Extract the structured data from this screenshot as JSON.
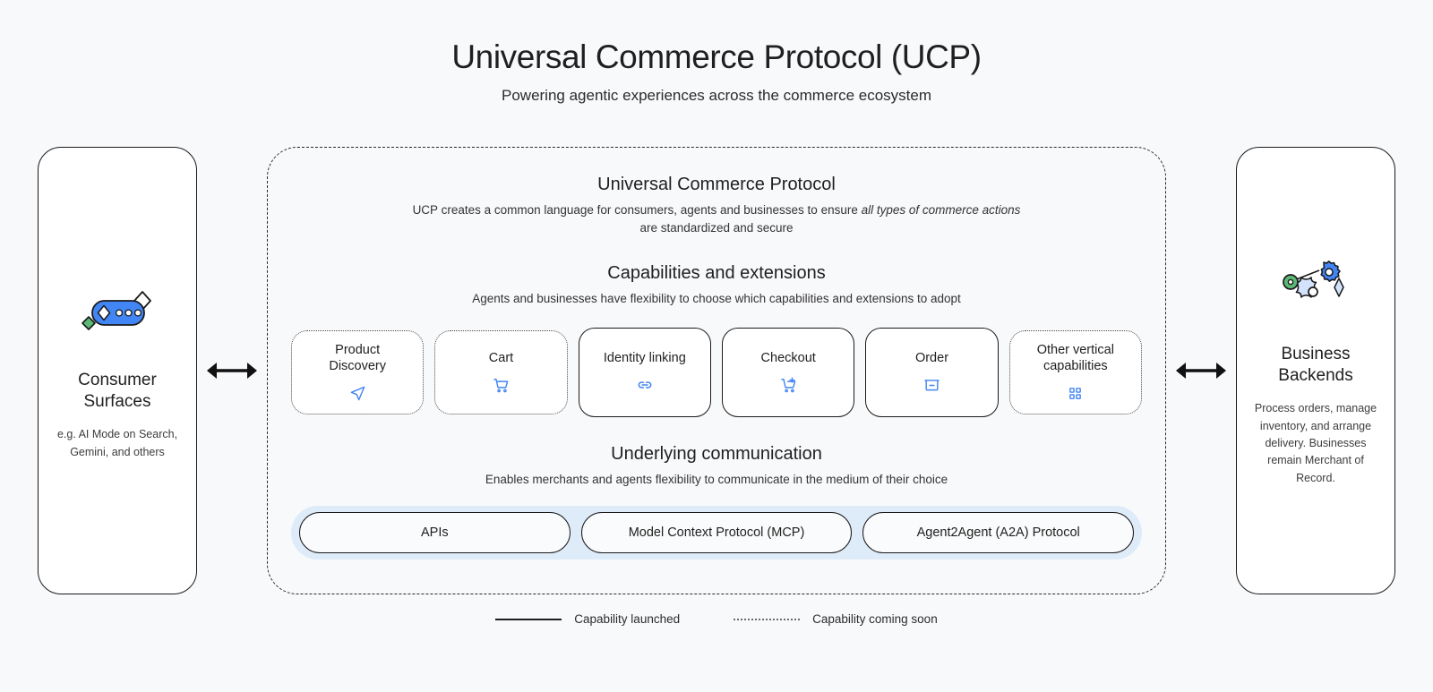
{
  "header": {
    "title": "Universal Commerce Protocol (UCP)",
    "subtitle": "Powering agentic experiences across the commerce ecosystem"
  },
  "left_panel": {
    "icon": "ai-sparkle-pill-icon",
    "title": "Consumer\nSurfaces",
    "description": "e.g. AI Mode on Search, Gemini, and others"
  },
  "right_panel": {
    "icon": "gears-automation-icon",
    "title": "Business\nBackends",
    "description": "Process orders, manage inventory, and arrange delivery. Businesses remain Merchant of Record."
  },
  "protocol": {
    "title": "Universal Commerce Protocol",
    "description_pre": "UCP creates a common language for consumers, agents and businesses to ensure ",
    "description_em": "all types of commerce actions",
    "description_post": " are standardized and secure"
  },
  "capabilities": {
    "title": "Capabilities and extensions",
    "description": "Agents and businesses have flexibility to choose which capabilities and extensions to adopt",
    "cards": [
      {
        "label": "Product\nDiscovery",
        "icon": "send-arrow-icon",
        "status": "soon"
      },
      {
        "label": "Cart",
        "icon": "shopping-cart-icon",
        "status": "soon"
      },
      {
        "label": "Identity linking",
        "icon": "link-icon",
        "status": "launched"
      },
      {
        "label": "Checkout",
        "icon": "add-to-cart-icon",
        "status": "launched"
      },
      {
        "label": "Order",
        "icon": "package-box-icon",
        "status": "launched"
      },
      {
        "label": "Other vertical\ncapabilities",
        "icon": "grid-dots-icon",
        "status": "soon"
      }
    ]
  },
  "communication": {
    "title": "Underlying communication",
    "description": "Enables merchants and agents flexibility to communicate in the medium of their choice",
    "pills": [
      {
        "label": "APIs"
      },
      {
        "label": "Model Context Protocol (MCP)"
      },
      {
        "label": "Agent2Agent (A2A) Protocol"
      }
    ]
  },
  "legend": {
    "launched_label": "Capability launched",
    "soon_label": "Capability coming soon"
  },
  "colors": {
    "page_background": "#F8F9FB",
    "icon_blue": "#4285F4",
    "strip_blue": "#DEEBF9",
    "green_accent": "#5BB974",
    "outline": "#1A1A1A"
  }
}
